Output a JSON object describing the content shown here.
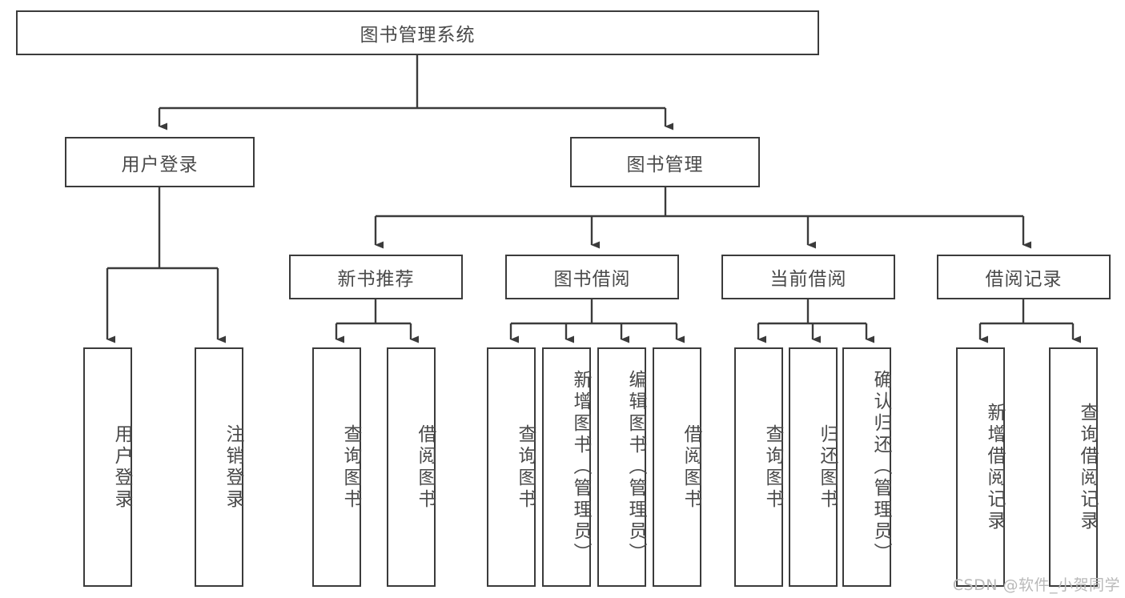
{
  "diagram": {
    "title": "图书管理系统",
    "type": "hierarchy-tree",
    "colors": {
      "box_border": "#3b3b3b",
      "box_fill": "#ffffff",
      "connector": "#3b3b3b",
      "text": "#4a4a4a",
      "watermark": "#b9b9b9"
    },
    "root": {
      "label": "图书管理系统"
    },
    "level1": [
      {
        "label": "用户登录"
      },
      {
        "label": "图书管理"
      }
    ],
    "level2": [
      {
        "label": "新书推荐"
      },
      {
        "label": "图书借阅"
      },
      {
        "label": "当前借阅"
      },
      {
        "label": "借阅记录"
      }
    ],
    "leaves": {
      "user_login": [
        {
          "label": "用户登录"
        },
        {
          "label": "注销登录"
        }
      ],
      "new_book_recommend": [
        {
          "label": "查询图书"
        },
        {
          "label": "借阅图书"
        }
      ],
      "book_borrow": [
        {
          "label": "查询图书"
        },
        {
          "label": "新增图书（管理员）"
        },
        {
          "label": "编辑图书（管理员）"
        },
        {
          "label": "借阅图书"
        }
      ],
      "current_borrow": [
        {
          "label": "查询图书"
        },
        {
          "label": "归还图书"
        },
        {
          "label": "确认归还（管理员）"
        }
      ],
      "borrow_record": [
        {
          "label": "新增借阅记录"
        },
        {
          "label": "查询借阅记录"
        }
      ]
    },
    "watermark": "CSDN @软件_小贺同学"
  }
}
